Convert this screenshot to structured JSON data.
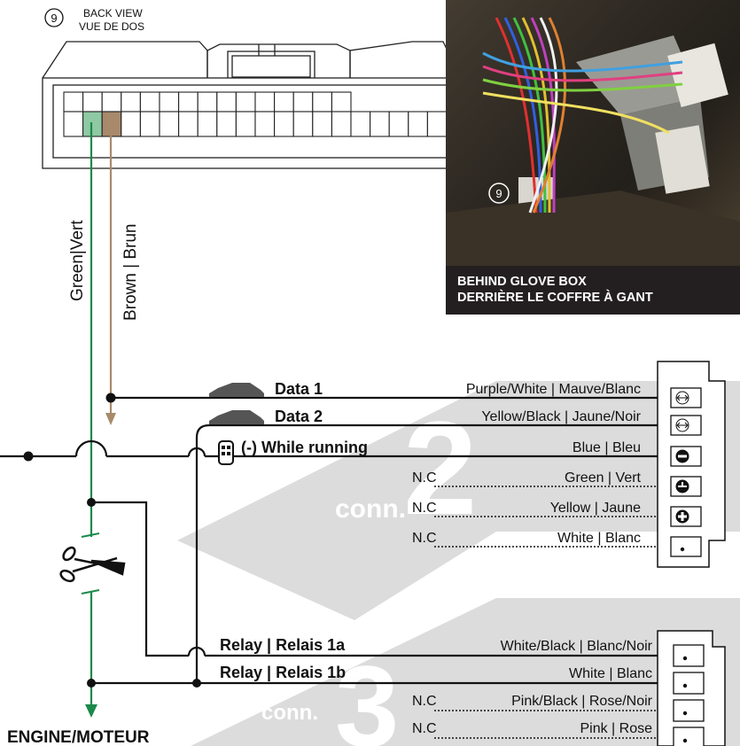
{
  "header": {
    "connector_number": "⑨",
    "back_view_en": "BACK VIEW",
    "back_view_fr": "VUE DE DOS"
  },
  "photo": {
    "marker": "⑨",
    "caption_line1": "BEHIND GLOVE BOX",
    "caption_line2": "DERRIÈRE LE COFFRE À GANT"
  },
  "vertical_wires": {
    "green": "Green|Vert",
    "brown": "Brown | Brun"
  },
  "conn2": {
    "watermark_word": "conn.",
    "watermark_number": "2",
    "rows": [
      {
        "label": "Data 1",
        "nc": "",
        "wire": "Purple/White |  Mauve/Blanc",
        "pin_icon": "bidirectional-arrow-icon"
      },
      {
        "label": "Data 2",
        "nc": "",
        "wire": "Yellow/Black | Jaune/Noir",
        "pin_icon": "bidirectional-arrow-icon"
      },
      {
        "label": "(-) While running",
        "nc": "",
        "wire": "Blue | Bleu",
        "pin_icon": "negative-icon"
      },
      {
        "label": "",
        "nc": "N.C",
        "wire": "Green | Vert",
        "pin_icon": "polarity-icon"
      },
      {
        "label": "",
        "nc": "N.C",
        "wire": "Yellow | Jaune",
        "pin_icon": "positive-icon"
      },
      {
        "label": "",
        "nc": "N.C",
        "wire": "White | Blanc",
        "pin_icon": "dot-icon"
      }
    ]
  },
  "conn3": {
    "watermark_word": "conn.",
    "watermark_number": "3",
    "rows": [
      {
        "label": "Relay | Relais 1a",
        "nc": "",
        "wire": "White/Black | Blanc/Noir"
      },
      {
        "label": "Relay | Relais 1b",
        "nc": "",
        "wire": "White | Blanc"
      },
      {
        "label": "",
        "nc": "N.C",
        "wire": "Pink/Black | Rose/Noir"
      },
      {
        "label": "",
        "nc": "N.C",
        "wire": "Pink | Rose"
      }
    ]
  },
  "engine_label": "ENGINE/MOTEUR",
  "colors": {
    "green_wire": "#1a8a4a",
    "brown_wire": "#a88a6a",
    "green_pin": "#8ec9a4",
    "brown_pin": "#a8896b",
    "watermark": "#dcdcdc",
    "caption_bg": "#231f20"
  }
}
